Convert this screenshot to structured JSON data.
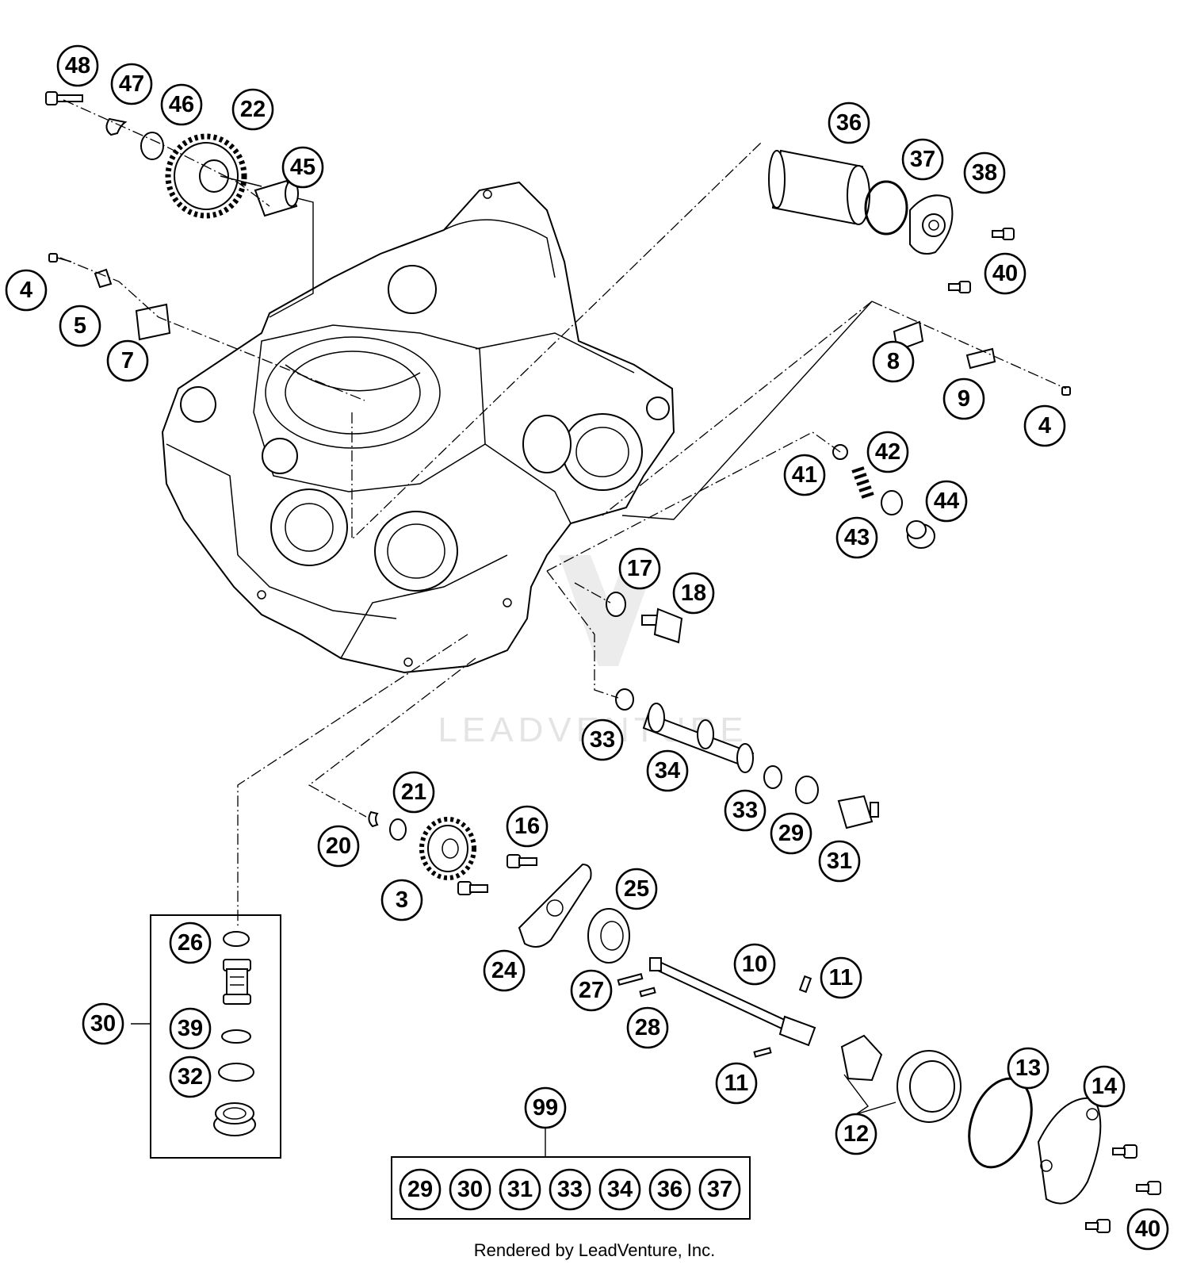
{
  "diagram": {
    "watermark_text": "LEADVENTURE",
    "credit_text": "Rendered by LeadVenture, Inc.",
    "group_30_members": [
      "26",
      "39",
      "32"
    ],
    "kit_99_members": [
      "29",
      "30",
      "31",
      "33",
      "34",
      "36",
      "37"
    ],
    "callouts": {
      "c48": "48",
      "c47": "47",
      "c46": "46",
      "c22": "22",
      "c45": "45",
      "c36": "36",
      "c37": "37",
      "c38": "38",
      "c40a": "40",
      "c4a": "4",
      "c5": "5",
      "c7": "7",
      "c8": "8",
      "c9": "9",
      "c4b": "4",
      "c42": "42",
      "c41": "41",
      "c44": "44",
      "c43": "43",
      "c17": "17",
      "c18": "18",
      "c33a": "33",
      "c34": "34",
      "c33b": "33",
      "c29": "29",
      "c31": "31",
      "c21": "21",
      "c20": "20",
      "c16": "16",
      "c3": "3",
      "c25": "25",
      "c24": "24",
      "c10": "10",
      "c11a": "11",
      "c27": "27",
      "c28": "28",
      "c11b": "11",
      "c13": "13",
      "c14": "14",
      "c12": "12",
      "c40b": "40",
      "c26": "26",
      "c30": "30",
      "c39": "39",
      "c32": "32",
      "c99": "99",
      "k29": "29",
      "k30": "30",
      "k31": "31",
      "k33": "33",
      "k34": "34",
      "k36": "36",
      "k37": "37"
    }
  }
}
